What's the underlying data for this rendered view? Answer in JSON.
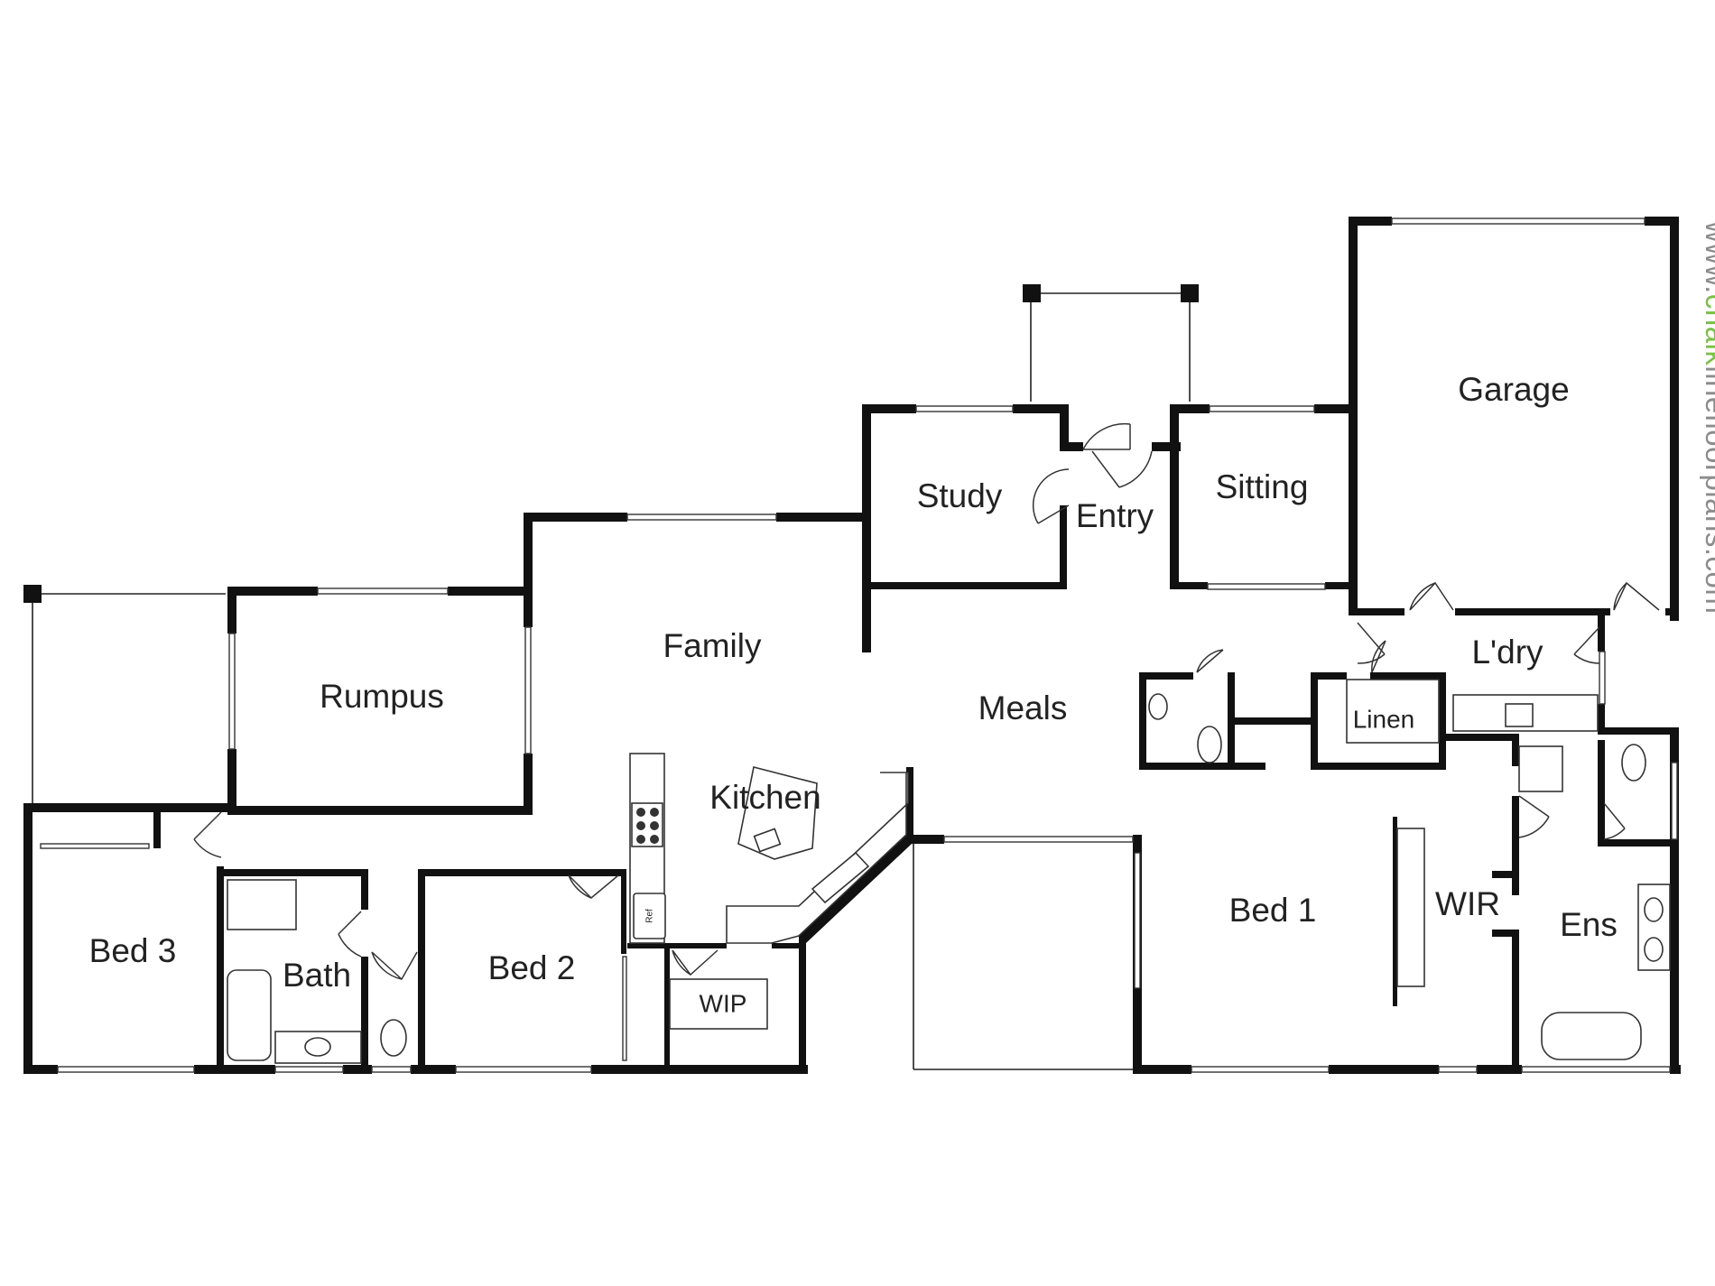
{
  "rooms": {
    "garage": "Garage",
    "study": "Study",
    "entry": "Entry",
    "sitting": "Sitting",
    "family": "Family",
    "rumpus": "Rumpus",
    "meals": "Meals",
    "laundry": "L'dry",
    "linen": "Linen",
    "kitchen": "Kitchen",
    "bed1": "Bed 1",
    "wir": "WIR",
    "ens": "Ens",
    "bed3": "Bed 3",
    "bath": "Bath",
    "bed2": "Bed 2",
    "wip": "WIP"
  },
  "fixtures": {
    "fridge": "Ref"
  },
  "watermark": {
    "prefix": "www.",
    "brand": "chalk",
    "suffix": "linefloorplans.com",
    "brand_color": "#7ac142",
    "text_color": "#8c8c8c"
  },
  "colors": {
    "wall": "#111111",
    "background": "#ffffff"
  }
}
